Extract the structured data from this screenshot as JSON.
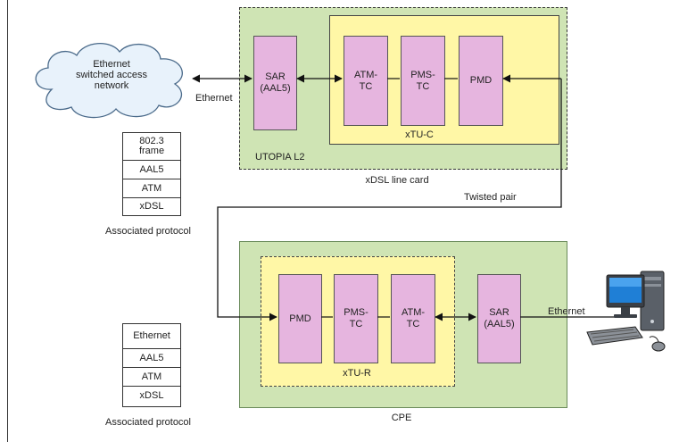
{
  "cloud": {
    "label_l1": "Ethernet",
    "label_l2": "switched access",
    "label_l3": "network"
  },
  "top_card": {
    "title": "xDSL line card",
    "utopia": "UTOPIA L2",
    "sar_l1": "SAR",
    "sar_l2": "(AAL5)",
    "xtu": "xTU-C",
    "atm_l1": "ATM-",
    "atm_l2": "TC",
    "pms_l1": "PMS-",
    "pms_l2": "TC",
    "pmd": "PMD"
  },
  "bottom_card": {
    "title": "CPE",
    "xtu": "xTU-R",
    "pmd": "PMD",
    "pms_l1": "PMS-",
    "pms_l2": "TC",
    "atm_l1": "ATM-",
    "atm_l2": "TC",
    "sar_l1": "SAR",
    "sar_l2": "(AAL5)"
  },
  "labels": {
    "ethernet_top": "Ethernet",
    "ethernet_bottom": "Ethernet",
    "twisted_pair": "Twisted pair"
  },
  "stack_top": {
    "cells": [
      "802.3 frame",
      "AAL5",
      "ATM",
      "xDSL"
    ],
    "caption": "Associated protocol"
  },
  "stack_bottom": {
    "cells": [
      "Ethernet",
      "AAL5",
      "ATM",
      "xDSL"
    ],
    "caption": "Associated protocol"
  },
  "computer": {
    "icon": "computer-icon"
  }
}
